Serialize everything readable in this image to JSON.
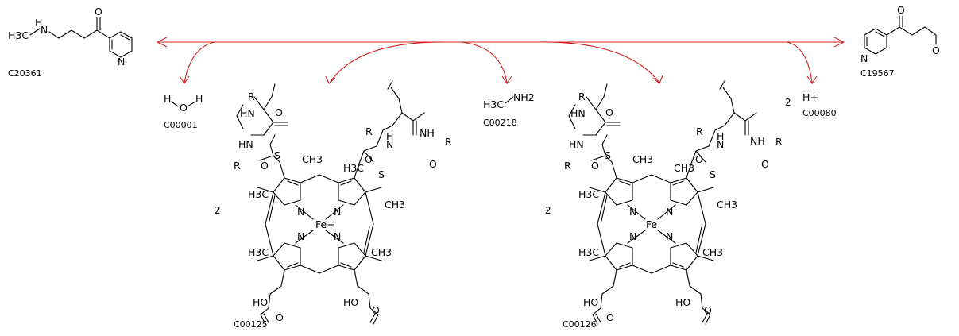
{
  "reaction": {
    "compounds": [
      {
        "id": "C20361",
        "label": "C20361",
        "coefficient": ""
      },
      {
        "id": "C00001",
        "label": "C00001",
        "coefficient": ""
      },
      {
        "id": "C00125",
        "label": "C00125",
        "coefficient": "2"
      },
      {
        "id": "C00218",
        "label": "C00218",
        "coefficient": ""
      },
      {
        "id": "C00126",
        "label": "C00126",
        "coefficient": "2"
      },
      {
        "id": "C19567",
        "label": "C19567",
        "coefficient": ""
      },
      {
        "id": "C00080",
        "label": "C00080",
        "coefficient": "2"
      }
    ],
    "atoms": {
      "h3c": "H3C",
      "n": "N",
      "h": "H",
      "o": "O",
      "r": "R",
      "s": "S",
      "hn": "HN",
      "nh": "NH",
      "nh2": "NH2",
      "ch3": "CH3",
      "fe_plus": "Fe+",
      "fe": "Fe",
      "hplus": "H+",
      "hooc": "HO"
    },
    "colors": {
      "arrow": "#d42020",
      "structure": "#000000",
      "background": "#ffffff"
    }
  }
}
